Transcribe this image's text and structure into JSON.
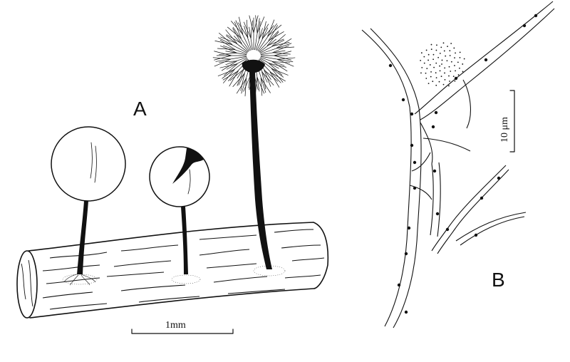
{
  "panel_a": {
    "label": "A",
    "scale_bar_label": "1mm"
  },
  "panel_b": {
    "label": "B",
    "scale_bar_label": "10 μm"
  }
}
